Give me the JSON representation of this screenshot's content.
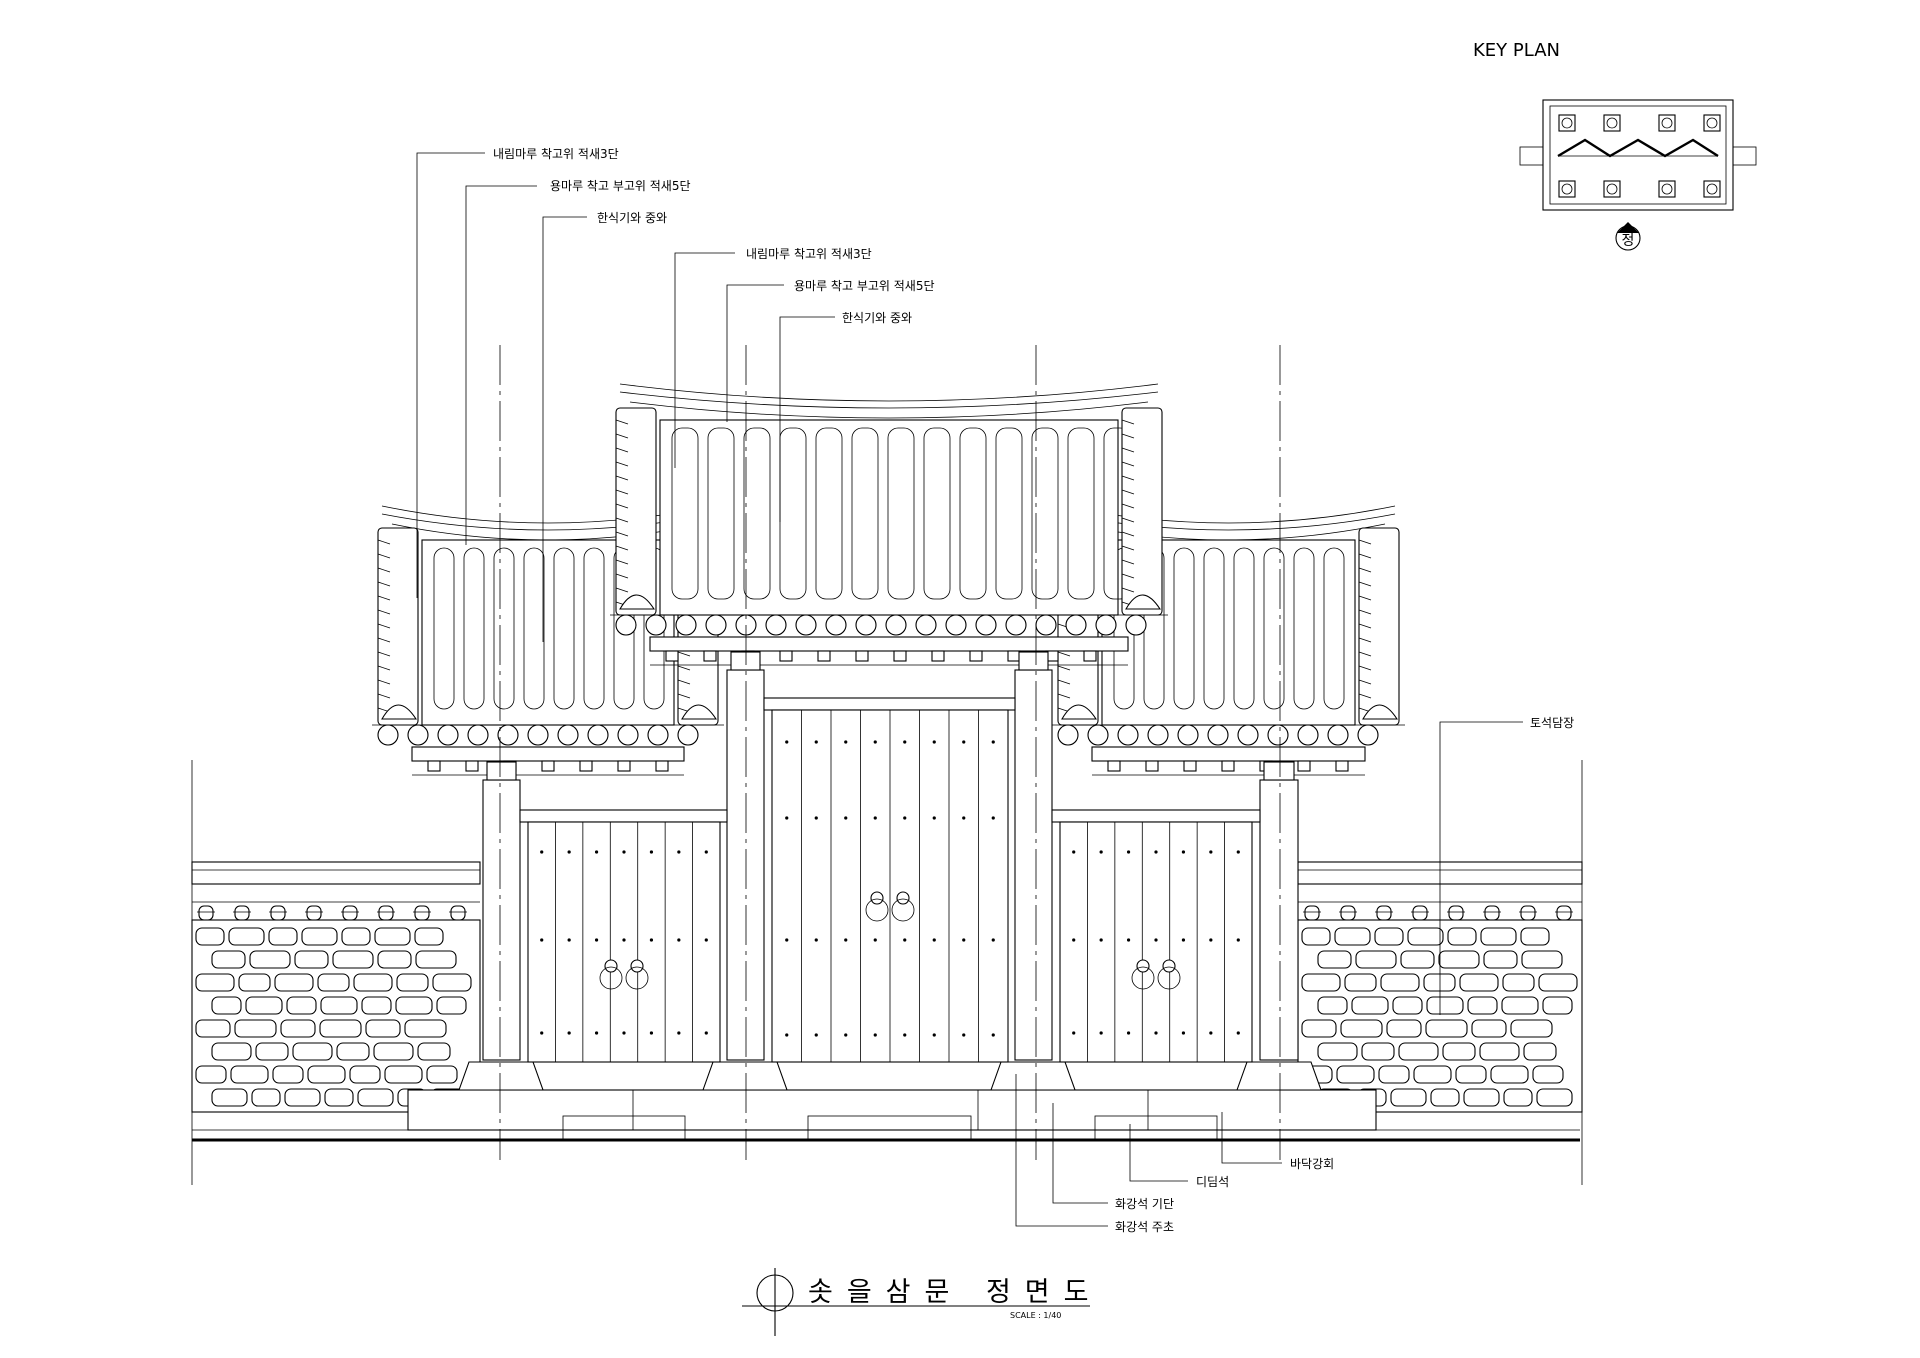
{
  "key_plan": {
    "title": "KEY PLAN",
    "direction_mark": "정"
  },
  "annotations": {
    "left_roof": [
      "내림마루 착고위 적새3단",
      "용마루 착고 부고위 적새5단",
      "한식기와 중와"
    ],
    "center_roof": [
      "내림마루 착고위 적새3단",
      "용마루 착고 부고위 적새5단",
      "한식기와 중와"
    ],
    "wall": "토석담장",
    "base": [
      "바닥강회",
      "디딤석",
      "화강석 기단",
      "화강석 주초"
    ]
  },
  "drawing_title": "솟을삼문 정면도",
  "scale_text": "SCALE : 1/40",
  "colors": {
    "line": "#000000",
    "paper": "#ffffff"
  }
}
